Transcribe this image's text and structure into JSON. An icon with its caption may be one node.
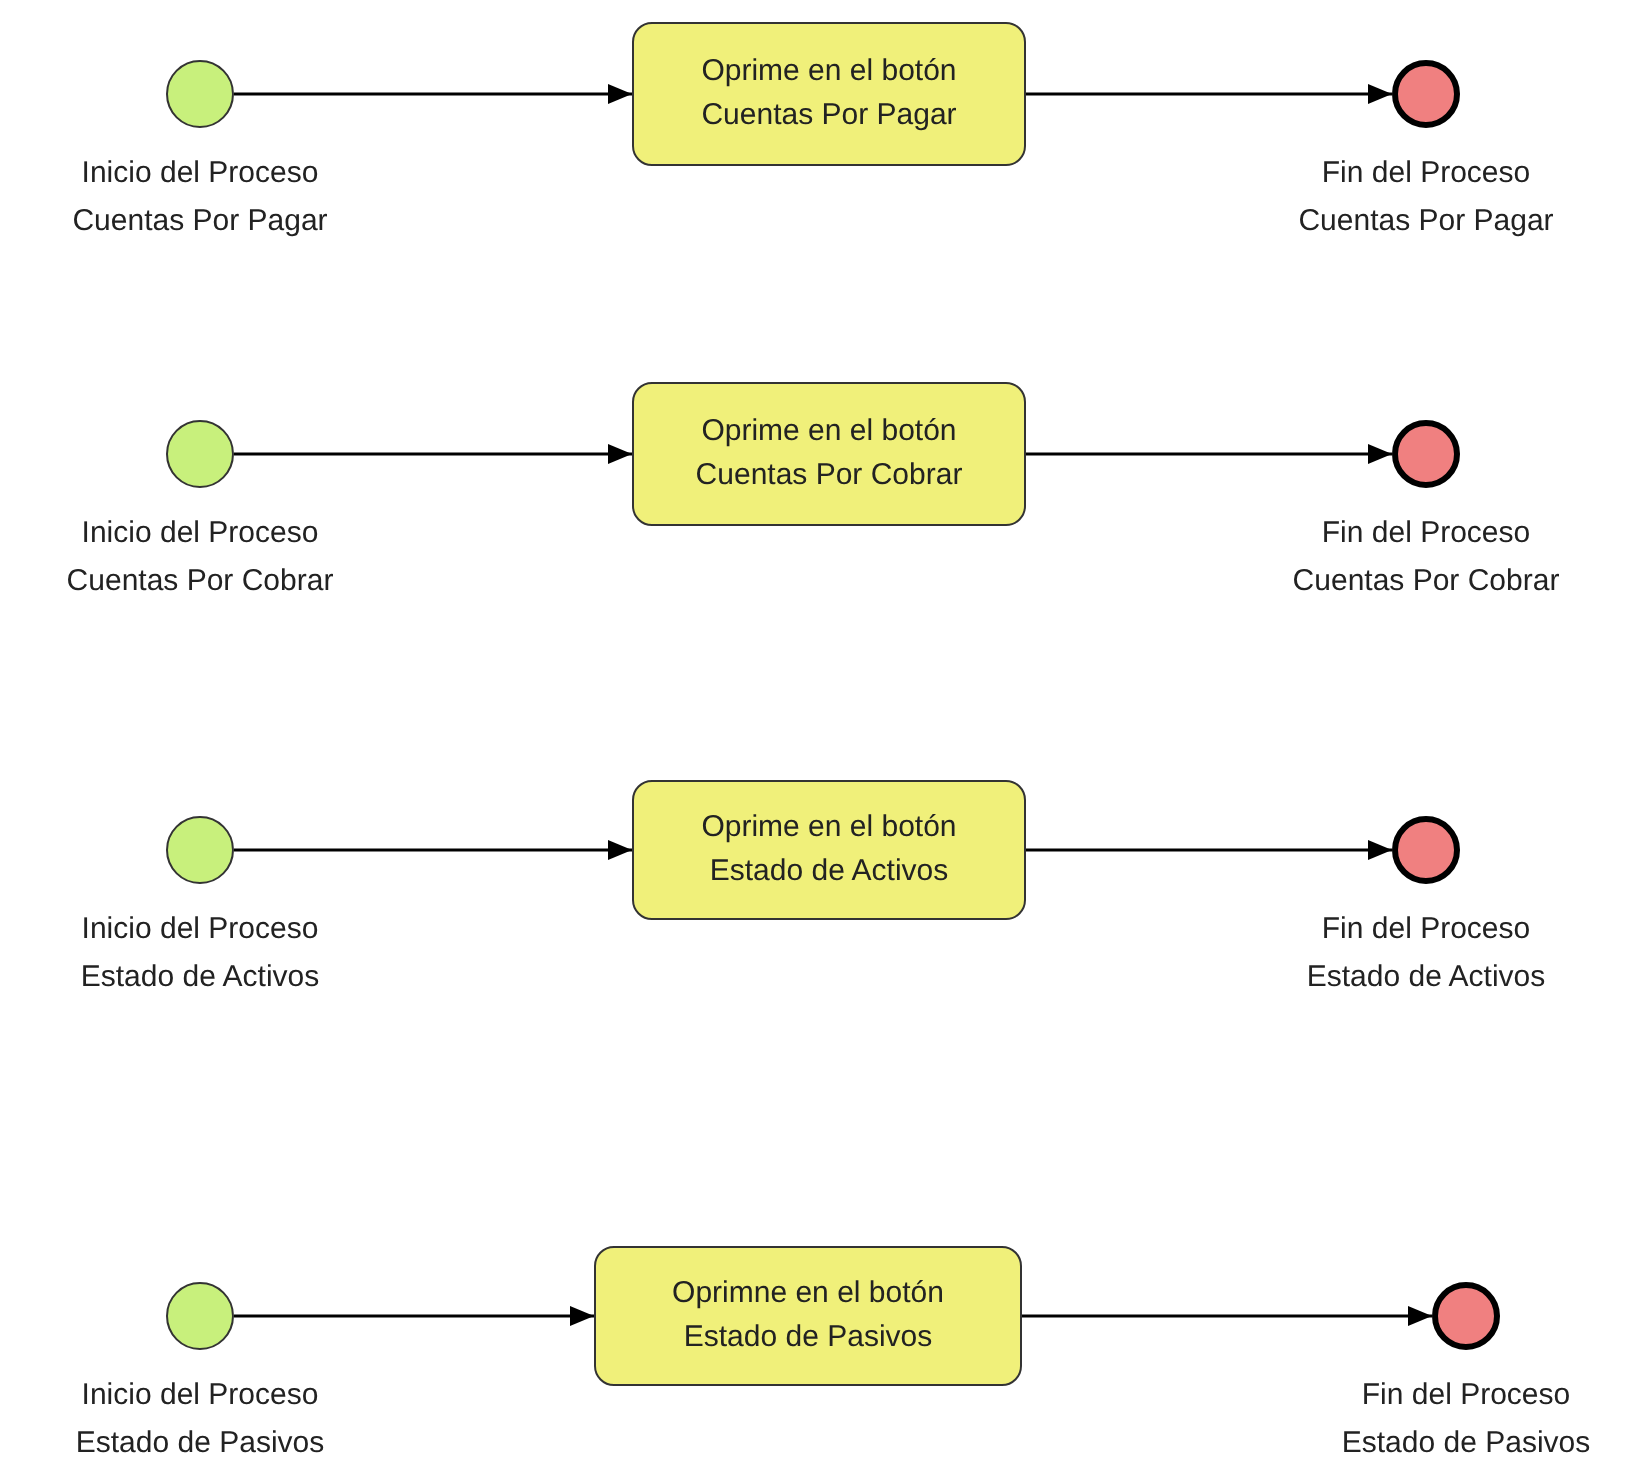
{
  "diagram": {
    "nodes": [
      {
        "text": [],
        "shape": "circle",
        "beside": [
          "Inicio del Proceso Cuentas Por Pagar"
        ]
      },
      {
        "text": [
          "Oprime en el botón Cuentas Por Pagar"
        ]
      },
      {
        "text": [],
        "shape": "circle",
        "beside": [
          "Fin del Proceso Cuentas Por Pagar"
        ]
      },
      {
        "text": [],
        "shape": "circle",
        "beside": [
          "Inicio del Proceso Cuentas Por Cobrar"
        ]
      },
      {
        "text": [
          "Oprime en el botón Cuentas Por Cobrar"
        ]
      },
      {
        "text": [],
        "shape": "circle",
        "beside": [
          "Fin del Proceso Cuentas Por Cobrar"
        ]
      },
      {
        "text": [],
        "shape": "circle",
        "beside": [
          "Inicio del Proceso Estado de Activos"
        ]
      },
      {
        "text": [
          "Oprime en el botón Estado de Activos"
        ]
      },
      {
        "text": [],
        "shape": "circle",
        "beside": [
          "Fin del Proceso Estado de Activos"
        ]
      },
      {
        "text": [],
        "shape": "circle",
        "beside": [
          "Inicio del Proceso Estado de Pasivos"
        ]
      },
      {
        "text": [
          "Oprimne en el botón Estado de Pasivos"
        ]
      },
      {
        "text": [],
        "shape": "circle",
        "beside": [
          "Fin del Proceso Estado de Pasivos"
        ]
      }
    ],
    "edges": [
      {
        "from": 0,
        "to": 1,
        "arrow": "to"
      },
      {
        "from": 1,
        "to": 2,
        "arrow": "to"
      },
      {
        "from": 3,
        "to": 4,
        "arrow": "to"
      },
      {
        "from": 4,
        "to": 5,
        "arrow": "to"
      },
      {
        "from": 6,
        "to": 7,
        "arrow": "to"
      },
      {
        "from": 7,
        "to": 8,
        "arrow": "to"
      },
      {
        "from": 9,
        "to": 10,
        "arrow": "to"
      },
      {
        "from": 10,
        "to": 11,
        "arrow": "to"
      }
    ]
  }
}
